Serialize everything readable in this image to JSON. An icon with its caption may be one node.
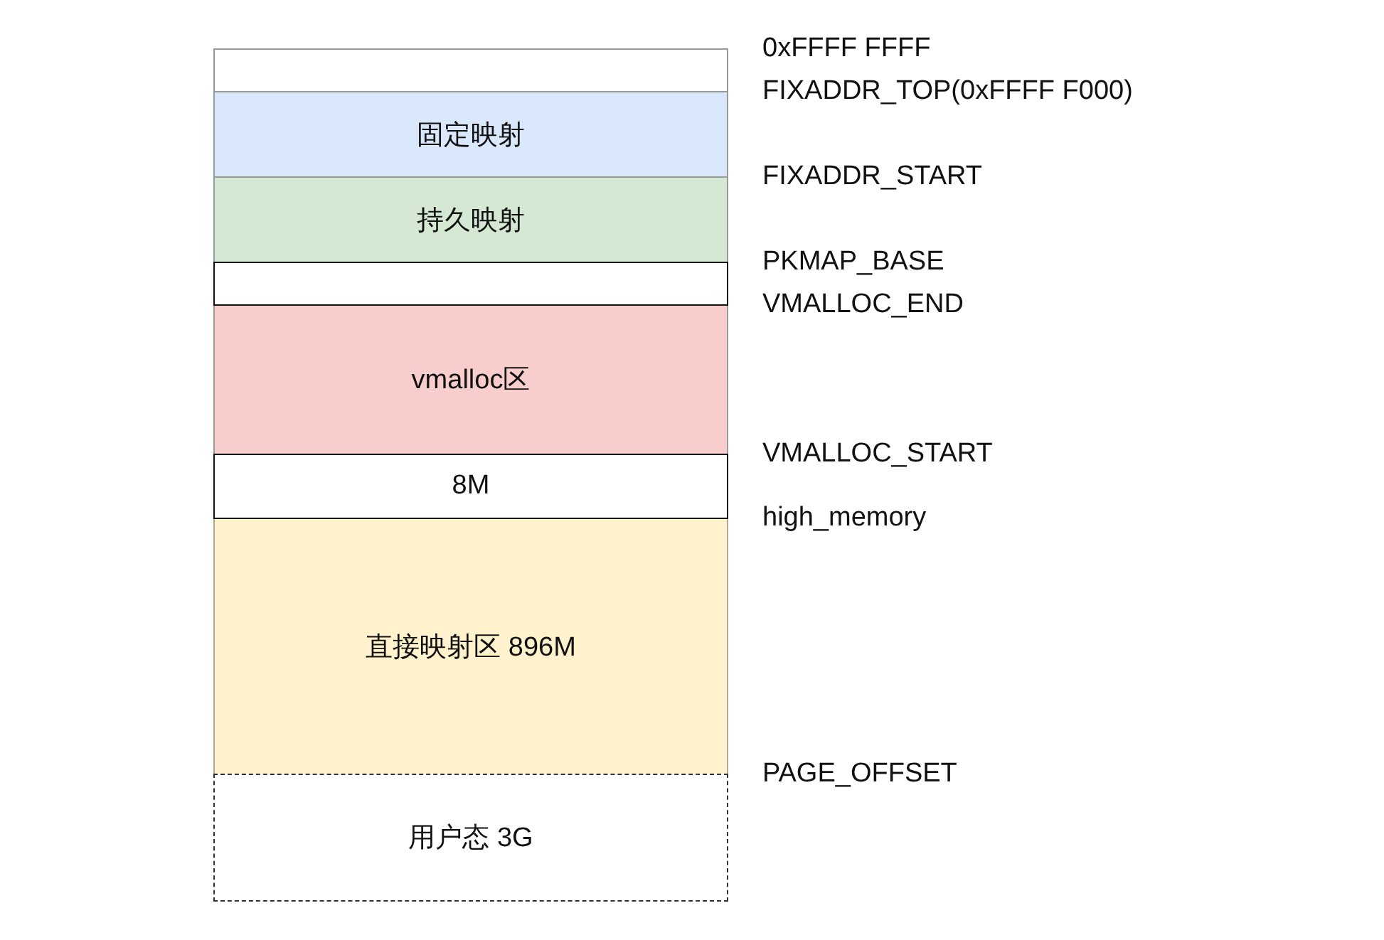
{
  "diagram": {
    "nodes": [
      {
        "text": [],
        "shape": "box"
      },
      {
        "text": [
          "固定映射"
        ]
      },
      {
        "text": [
          "持久映射"
        ]
      },
      {
        "text": [],
        "shape": "box"
      },
      {
        "text": [
          "vmalloc区"
        ]
      },
      {
        "text": [
          "8M"
        ]
      },
      {
        "text": [
          "直接映射区 896M"
        ]
      },
      {
        "text": [
          "用户态 3G"
        ]
      }
    ],
    "labels": [
      "0xFFFF FFFF",
      "FIXADDR_TOP(0xFFFF F000)",
      "FIXADDR_START",
      "PKMAP_BASE",
      "VMALLOC_END",
      "VMALLOC_START",
      "high_memory",
      "PAGE_OFFSET"
    ]
  }
}
